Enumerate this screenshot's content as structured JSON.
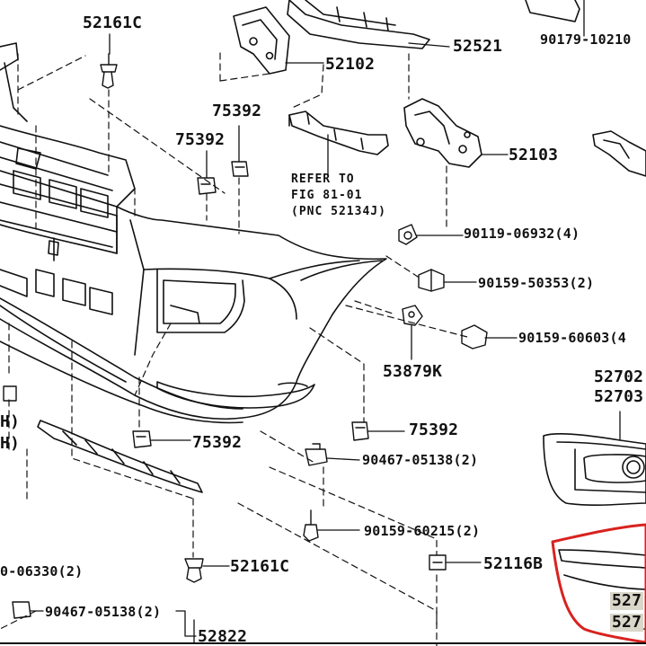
{
  "callouts": {
    "c52161c_top": "52161C",
    "c52102": "52102",
    "c52521": "52521",
    "c90179": "90179-10210",
    "c75392_a": "75392",
    "c75392_b": "75392",
    "c52103": "52103",
    "c90119": "90119-06932(4)",
    "c90159_50353": "90159-50353(2)",
    "c90159_60603": "90159-60603(4",
    "c53879k": "53879K",
    "c52702": "52702",
    "c52703": "52703",
    "c75392_c": "75392",
    "c75392_d": "75392",
    "c90467_05138_a": "90467-05138(2)",
    "c90159_60215": "90159-60215(2)",
    "c52161c_bottom": "52161C",
    "c52116b": "52116B",
    "c06330": "0-06330(2)",
    "c90467_05138_b": "90467-05138(2)",
    "c52822": "52822",
    "c527_a": "527",
    "c527_b": "527",
    "cH_a": "H)",
    "cH_b": "H)"
  },
  "reference_note": {
    "line1": "REFER TO",
    "line2": "FIG 81-01",
    "line3": "(PNC 52134J)"
  },
  "highlight_color": "#d8221f"
}
